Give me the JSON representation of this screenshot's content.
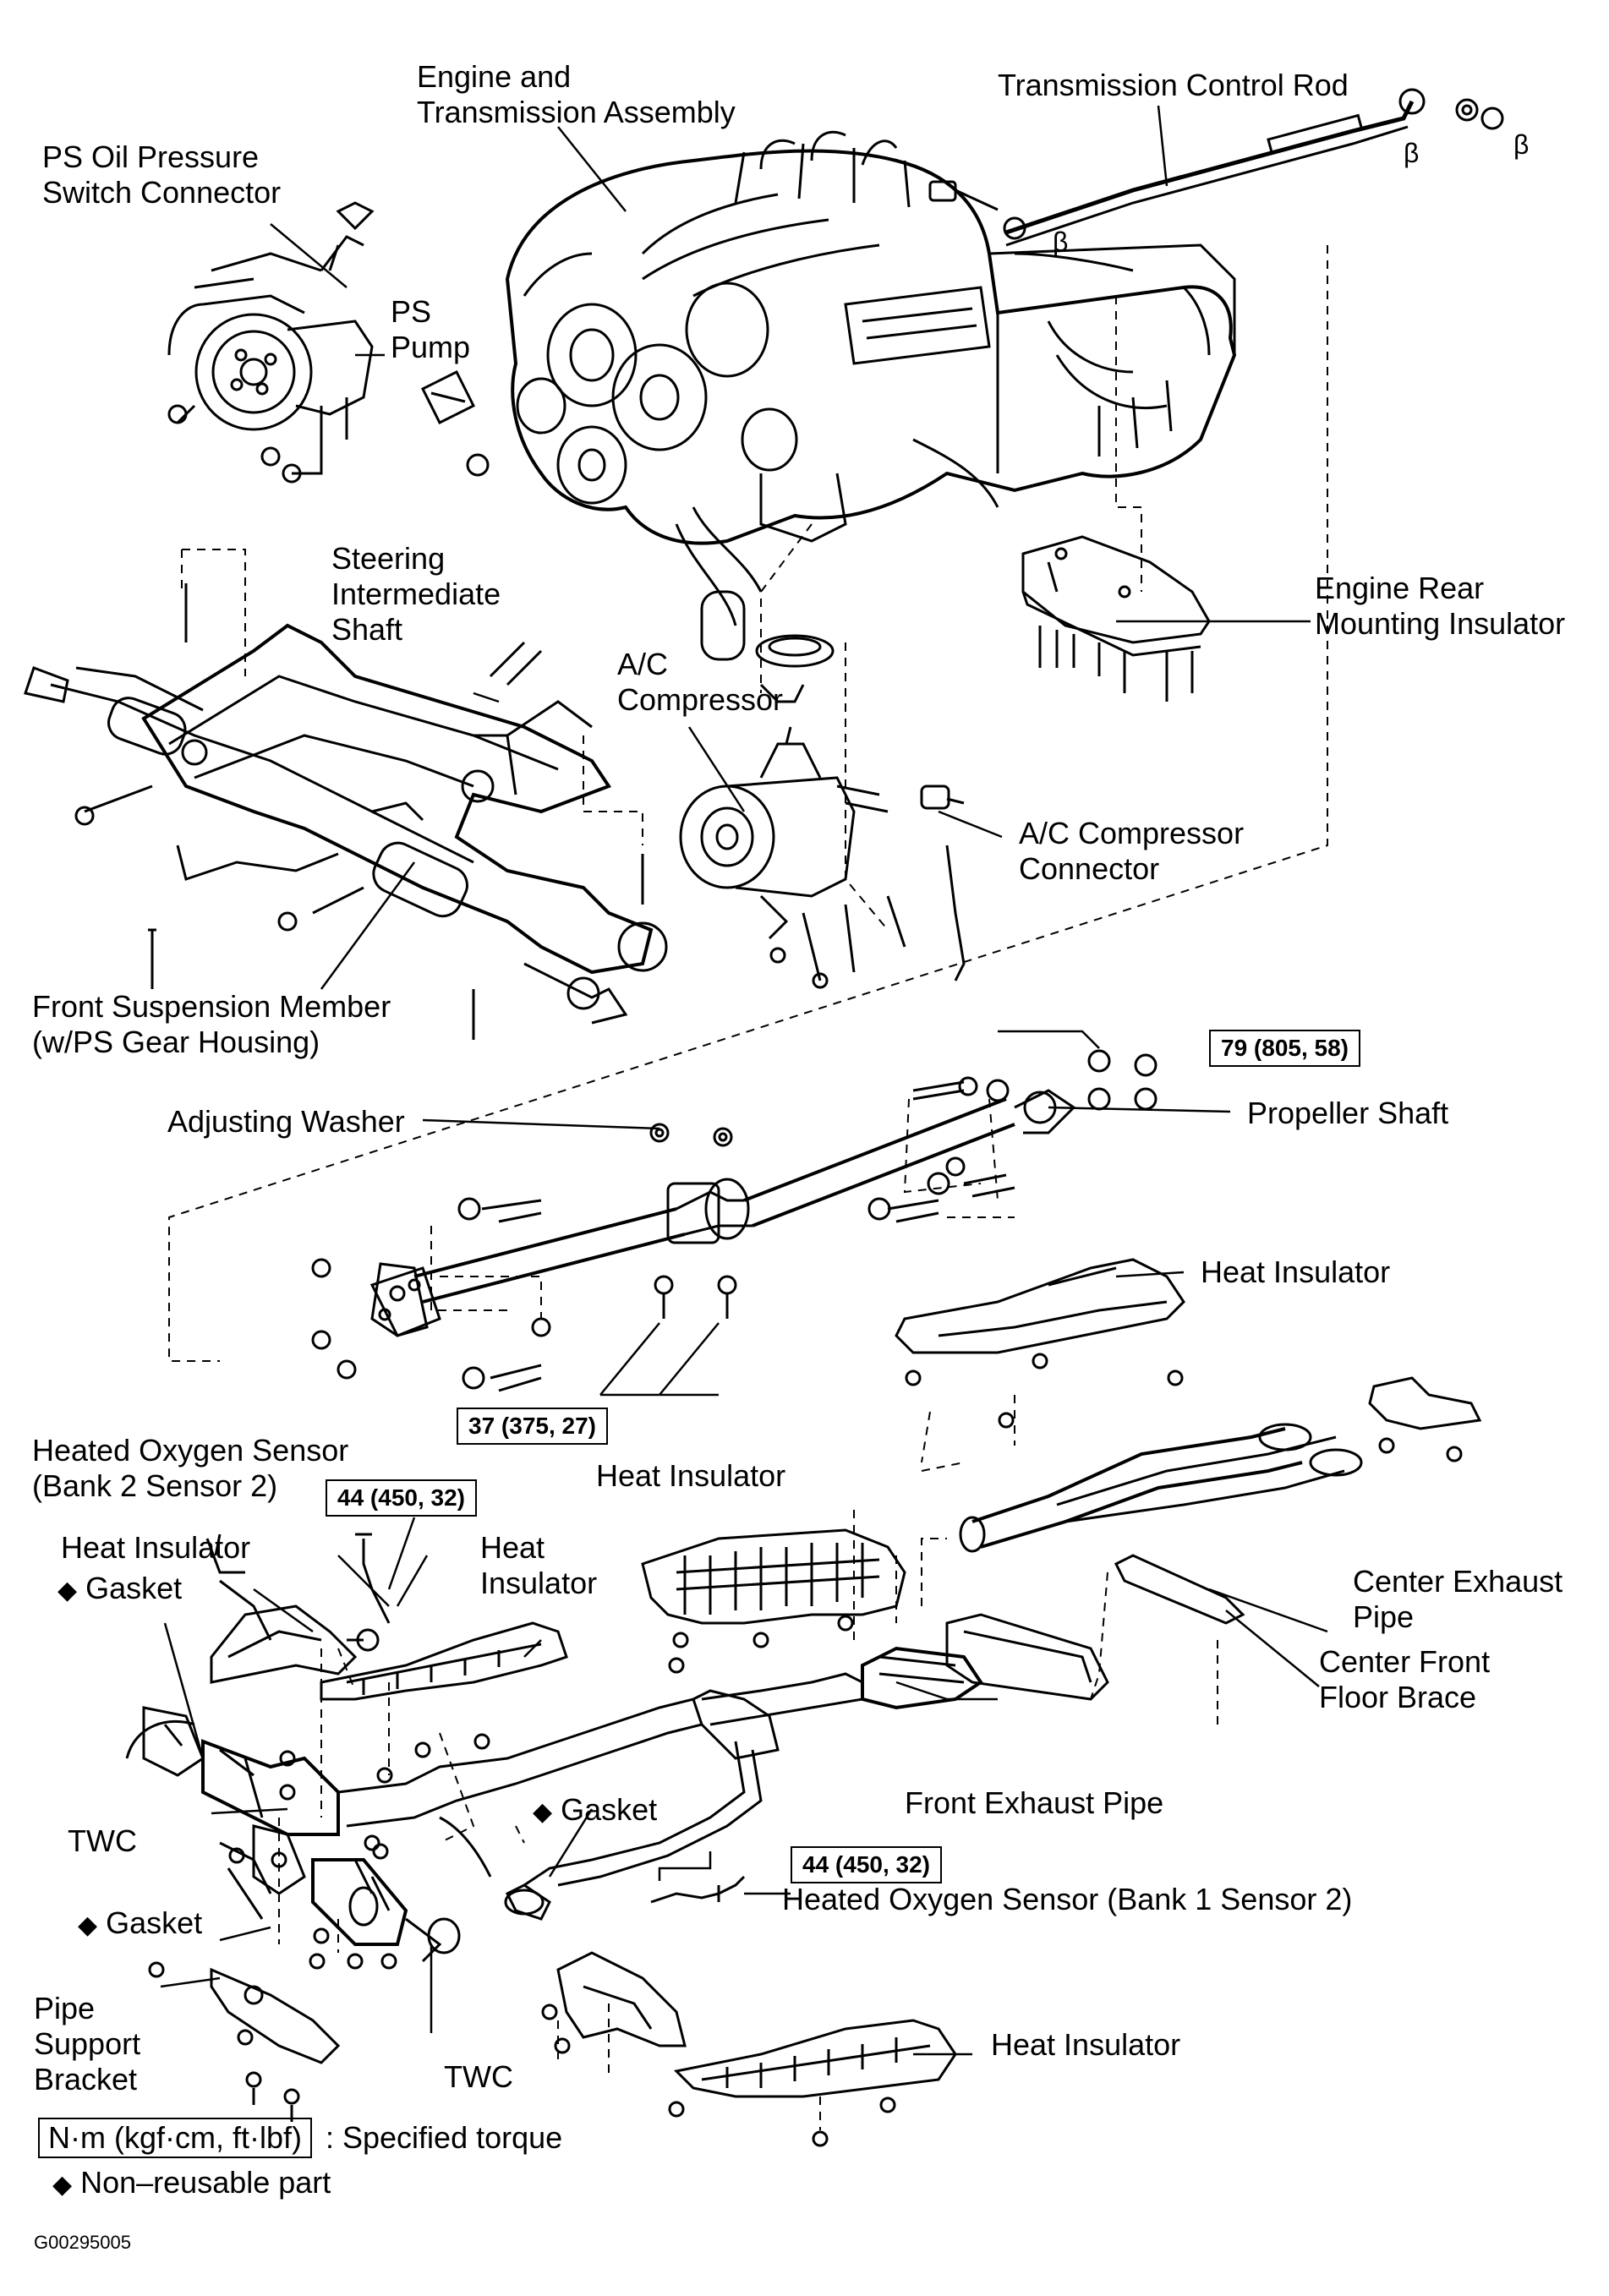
{
  "labels": {
    "engine_trans": [
      "Engine and",
      "Transmission Assembly"
    ],
    "trans_rod": "Transmission Control Rod",
    "ps_oil": [
      "PS Oil Pressure",
      "Switch Connector"
    ],
    "ps_pump": [
      "PS",
      "Pump"
    ],
    "steering_shaft": [
      "Steering",
      "Intermediate",
      "Shaft"
    ],
    "engine_rear": [
      "Engine Rear",
      "Mounting Insulator"
    ],
    "ac_comp": [
      "A/C",
      "Compressor"
    ],
    "ac_conn": [
      "A/C Compressor",
      "Connector"
    ],
    "front_susp": [
      "Front Suspension Member",
      "(w/PS Gear Housing)"
    ],
    "adj_washer": "Adjusting Washer",
    "prop_shaft": "Propeller Shaft",
    "heat_ins_1": "Heat Insulator",
    "ho2_b2": [
      "Heated Oxygen Sensor",
      "(Bank 2 Sensor 2)"
    ],
    "heat_ins_2": "Heat Insulator",
    "heat_ins_3": "Heat Insulator",
    "heat_ins_4": [
      "Heat",
      "Insulator"
    ],
    "gasket_1": "Gasket",
    "center_exh": [
      "Center Exhaust",
      "Pipe"
    ],
    "center_brace": [
      "Center Front",
      "Floor Brace"
    ],
    "front_exh": "Front Exhaust Pipe",
    "twc_1": "TWC",
    "gasket_2": "Gasket",
    "gasket_3": "Gasket",
    "ho2_b1": "Heated Oxygen Sensor (Bank 1 Sensor 2)",
    "pipe_support": [
      "Pipe",
      "Support",
      "Bracket"
    ],
    "twc_2": "TWC",
    "heat_ins_5": "Heat Insulator",
    "beta": "β"
  },
  "torques": {
    "t79": "79 (805, 58)",
    "t37": "37 (375, 27)",
    "t44a": "44 (450, 32)",
    "t44b": "44 (450, 32)"
  },
  "legend": {
    "unit": "N·m (kgf·cm, ft·lbf)",
    "unit_desc": ": Specified torque",
    "nonreusable": "Non–reusable part",
    "diamond": "◆"
  },
  "figure_code": "G00295005"
}
